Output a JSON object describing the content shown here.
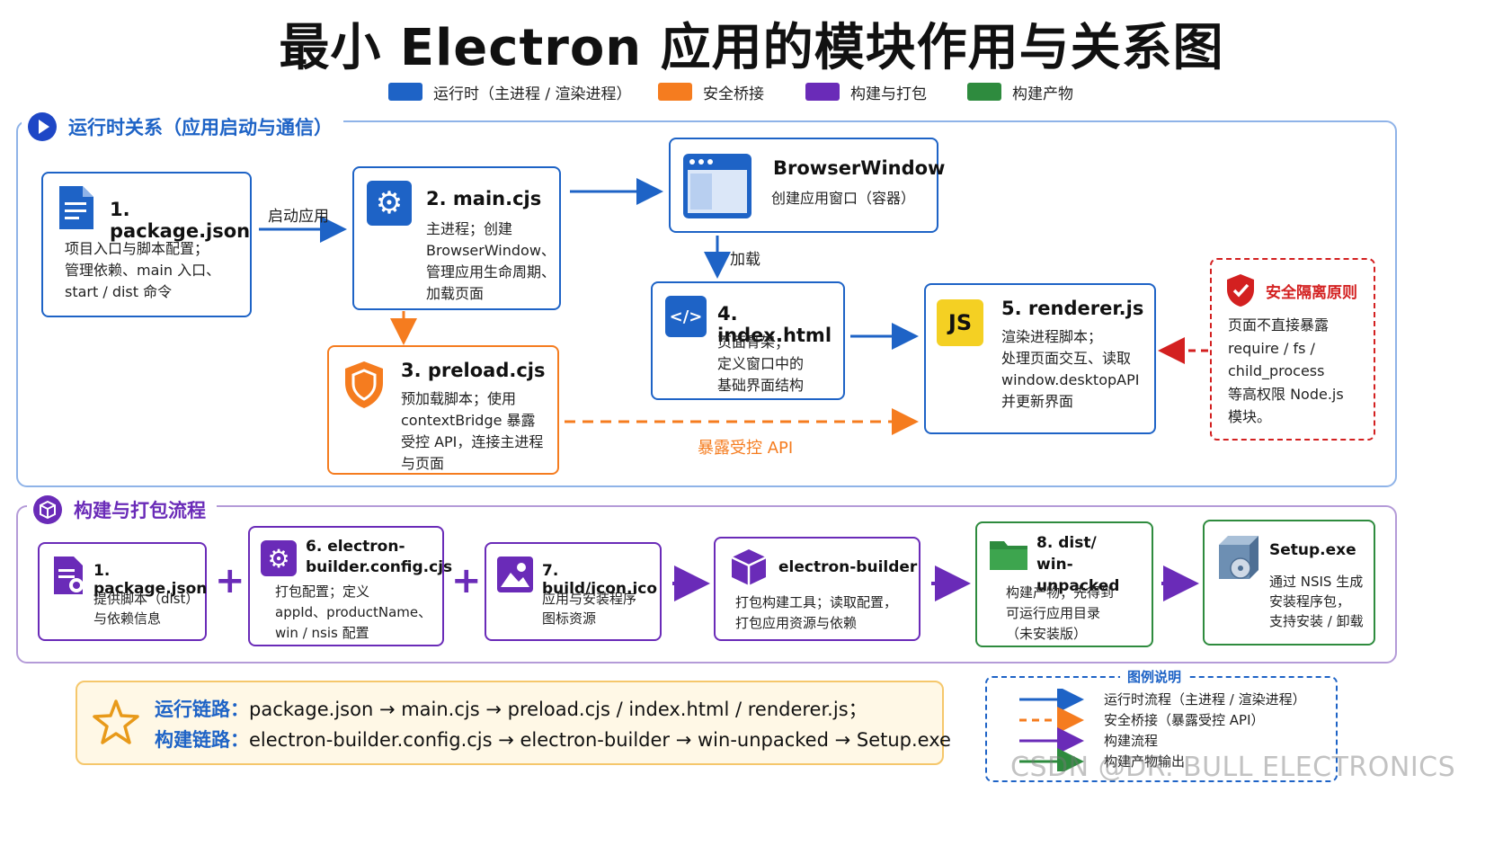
{
  "title": "最小 Electron 应用的模块作用与关系图",
  "legend": [
    {
      "label": "运行时（主进程 / 渲染进程）",
      "color": "#1e63c6"
    },
    {
      "label": "安全桥接",
      "color": "#f57c1f"
    },
    {
      "label": "构建与打包",
      "color": "#6a2bb8"
    },
    {
      "label": "构建产物",
      "color": "#2e8b3e"
    }
  ],
  "runtime": {
    "section_title": "运行时关系（应用启动与通信）",
    "pkg": {
      "title": "1. package.json",
      "desc": [
        "项目入口与脚本配置；",
        "管理依赖、main 入口、",
        "start / dist 命令"
      ]
    },
    "start_label": "启动应用",
    "main": {
      "title": "2. main.cjs",
      "desc": [
        "主进程；创建",
        "BrowserWindow、",
        "管理应用生命周期、",
        "加载页面"
      ]
    },
    "bw": {
      "title": "BrowserWindow",
      "desc": "创建应用窗口（容器）"
    },
    "load_label": "加载",
    "index": {
      "title": "4. index.html",
      "desc": [
        "页面骨架；",
        "定义窗口中的",
        "基础界面结构"
      ]
    },
    "renderer": {
      "title": "5. renderer.js",
      "desc": [
        "渲染进程脚本；",
        "处理页面交互、读取",
        "window.desktopAPI",
        "并更新界面"
      ]
    },
    "preload": {
      "title": "3. preload.cjs",
      "desc": [
        "预加载脚本；使用",
        "contextBridge 暴露",
        "受控 API，连接主进程",
        "与页面"
      ]
    },
    "expose_label": "暴露受控 API",
    "security": {
      "title": "安全隔离原则",
      "desc": [
        "页面不直接暴露",
        "require / fs /",
        "child_process",
        "等高权限 Node.js",
        "模块。"
      ]
    }
  },
  "build": {
    "section_title": "构建与打包流程",
    "pkg": {
      "title": "1. package.json",
      "desc": [
        "提供脚本（dist）",
        "与依赖信息"
      ]
    },
    "config": {
      "title": [
        "6. electron-",
        "builder.config.cjs"
      ],
      "desc": [
        "打包配置；定义",
        "appId、productName、",
        "win / nsis 配置"
      ]
    },
    "icon": {
      "title": "7. build/icon.ico",
      "desc": [
        "应用与安装程序",
        "图标资源"
      ]
    },
    "builder": {
      "title": "electron-builder",
      "desc": [
        "打包构建工具；读取配置，",
        "打包应用资源与依赖"
      ]
    },
    "unpacked": {
      "title": [
        "8. dist/",
        "win-unpacked"
      ],
      "desc": [
        "构建产物；先得到",
        "可运行应用目录",
        "（未安装版）"
      ]
    },
    "setup": {
      "title": "Setup.exe",
      "desc": [
        "通过 NSIS 生成",
        "安装程序包，",
        "支持安装 / 卸载"
      ]
    },
    "plus": "+"
  },
  "summary": {
    "runtime_key": "运行链路：",
    "runtime_value": "package.json → main.cjs → preload.cjs / index.html / renderer.js；",
    "build_key": "构建链路：",
    "build_value": "electron-builder.config.cjs → electron-builder → win-unpacked → Setup.exe"
  },
  "legend_box": {
    "title": "图例说明",
    "items": [
      "运行时流程（主进程 / 渲染进程）",
      "安全桥接（暴露受控 API）",
      "构建流程",
      "构建产物输出"
    ]
  },
  "watermark": "CSDN @DR. BULL ELECTRONICS"
}
